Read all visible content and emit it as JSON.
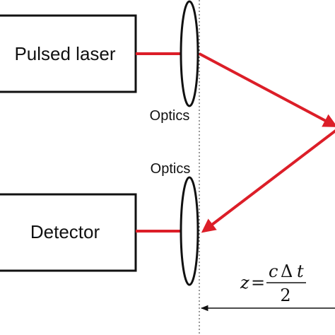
{
  "blocks": {
    "laser_label": "Pulsed laser",
    "detector_label": "Detector"
  },
  "optics": {
    "top_label": "Optics",
    "bottom_label": "Optics"
  },
  "formula": {
    "lhs": "z",
    "equals": "=",
    "num_c": "c",
    "num_delta": "Δ",
    "num_t": "t",
    "den": "2"
  },
  "colors": {
    "beam": "#dc1e28",
    "stroke": "#111111"
  }
}
